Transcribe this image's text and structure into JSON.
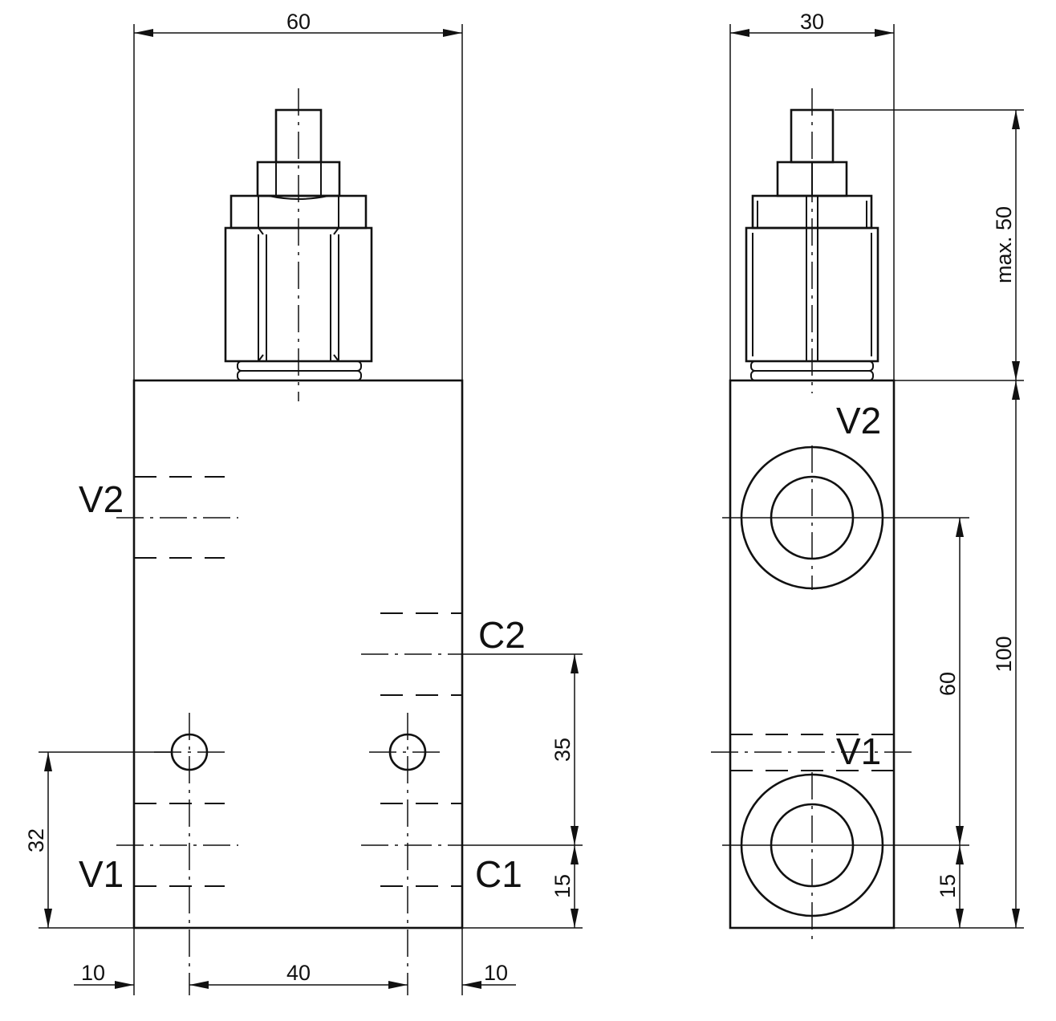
{
  "front_view": {
    "dims": {
      "width": "60",
      "hole_spacing": "40",
      "left_offset": "10",
      "right_offset": "10",
      "c2_from_c1": "35",
      "c1_from_bottom": "15",
      "hole_height": "32"
    },
    "ports": {
      "v2": "V2",
      "v1": "V1",
      "c2": "C2",
      "c1": "C1"
    }
  },
  "side_view": {
    "dims": {
      "width": "30",
      "cartridge_height": "max. 50",
      "body_height": "100",
      "port_spacing": "60",
      "port_from_bottom": "15"
    },
    "ports": {
      "v2": "V2",
      "v1": "V1"
    }
  }
}
